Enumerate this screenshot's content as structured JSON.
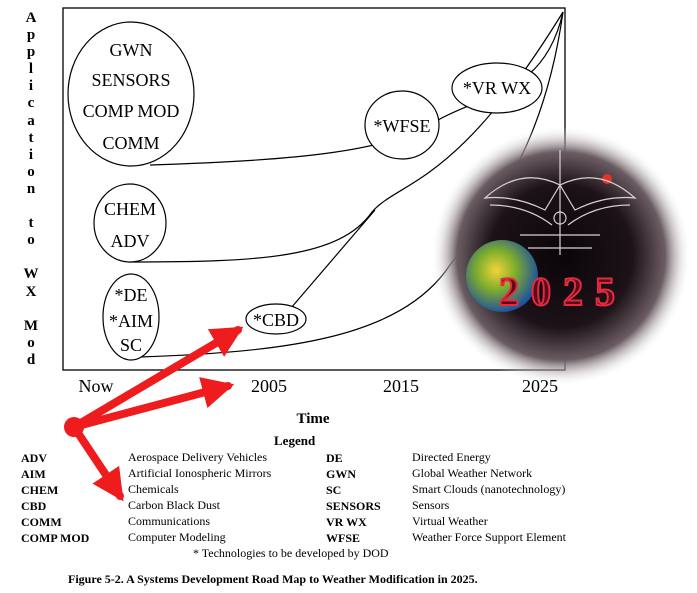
{
  "y_axis_label": "Application to WX Mod",
  "x_axis_title": "Time",
  "x_ticks": [
    "Now",
    "2005",
    "2015",
    "2025"
  ],
  "bubbles": {
    "top": [
      "GWN",
      "SENSORS",
      "COMP MOD",
      "COMM"
    ],
    "middle": [
      "CHEM",
      "ADV"
    ],
    "bottom": [
      "*DE",
      "*AIM",
      "SC"
    ],
    "cbd": "*CBD",
    "wfse": "*WFSE",
    "vrwx": "*VR WX"
  },
  "logo": {
    "text": "2025",
    "ring_color": "#c8102e"
  },
  "legend": {
    "title": "Legend",
    "left": [
      {
        "abbr": "ADV",
        "def": "Aerospace Delivery Vehicles"
      },
      {
        "abbr": "AIM",
        "def": "Artificial Ionospheric Mirrors"
      },
      {
        "abbr": "CHEM",
        "def": "Chemicals"
      },
      {
        "abbr": "CBD",
        "def": "Carbon Black Dust"
      },
      {
        "abbr": "COMM",
        "def": "Communications"
      },
      {
        "abbr": "COMP MOD",
        "def": "Computer Modeling"
      }
    ],
    "right": [
      {
        "abbr": "DE",
        "def": "Directed Energy"
      },
      {
        "abbr": "GWN",
        "def": "Global Weather Network"
      },
      {
        "abbr": "SC",
        "def": "Smart Clouds (nanotechnology)"
      },
      {
        "abbr": "SENSORS",
        "def": "Sensors"
      },
      {
        "abbr": "VR WX",
        "def": "Virtual Weather"
      },
      {
        "abbr": "WFSE",
        "def": "Weather Force Support Element"
      }
    ]
  },
  "footnote": "*  Technologies to be developed by DOD",
  "caption": "Figure 5-2.  A Systems Development Road Map to Weather Modification in 2025.",
  "accent_color": "#ee1c1c"
}
